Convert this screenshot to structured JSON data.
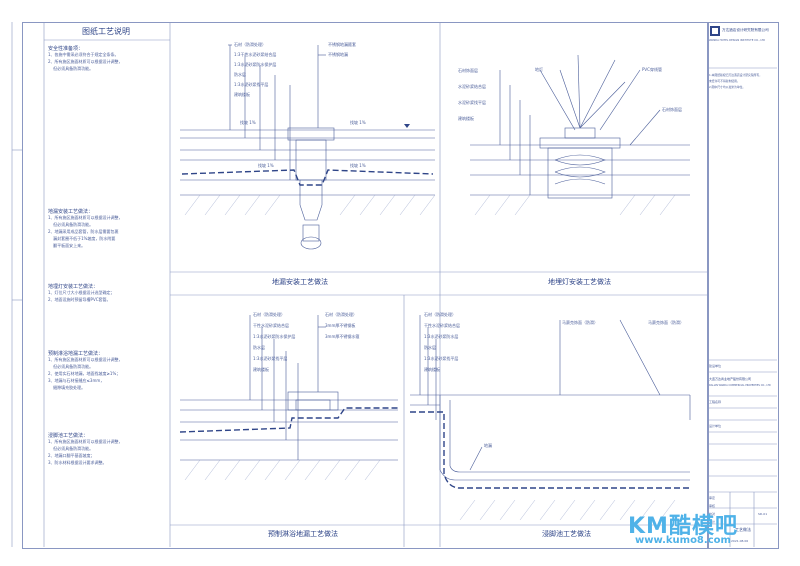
{
  "left_panel": {
    "title": "图纸工艺说明",
    "safety": {
      "heading": "安全性准备项：",
      "lines": [
        "1、各施中需采必须符合于规定全条条。",
        "2、所有施区施面材质可以根据设计调整，",
        "    但必须具备防滑功能。"
      ]
    },
    "floor_drain": {
      "heading": "地漏安装工艺做法：",
      "lines": [
        "1、所有施区施面材质可以根据设计调整，",
        "    但必须具备防滑功能。",
        "2、地漏采用成品套管，防水层需要包裹",
        "    漏封套圈不低于1%坡度，防水附要",
        "    翻平板面安上来。"
      ]
    },
    "ground_lamp": {
      "heading": "地埋灯安装工艺做法：",
      "lines": [
        "1、灯位尺寸大小根据设计选型确定；",
        "2、地面设施时预留导槽PVC套管。"
      ]
    },
    "shower_drain": {
      "heading": "预制淋浴地漏工艺做法：",
      "lines": [
        "1、所有施区施面材质可以根据设计调整，",
        "    但必须具备防滑功能。",
        "2、使用实石材地漏，地面找坡度≥1%；",
        "3、地漏与石材接缝应≤3mm，",
        "    缝隙填充胶处理。"
      ]
    },
    "foot_pool": {
      "heading": "浸脚池工艺做法：",
      "lines": [
        "1、所有施区施面材质可以根据设计调整，",
        "    但必须具备防滑功能。",
        "2、地漏口翻平基面坡度；",
        "3、防水材料根据设计要求调整。"
      ]
    }
  },
  "details": {
    "floor_drain": {
      "caption": "地漏安装工艺做法",
      "labels": [
        "石材（防滑处理）",
        "1:3干性水泥砂浆结合层",
        "1:3水泥砂浆防水保护层",
        "防水层",
        "1:3水泥砂浆找平层",
        "建筑楼板"
      ],
      "right_labels": [
        "不锈钢地漏箍套",
        "不锈钢地漏"
      ],
      "slope_labels": [
        "找坡 1%",
        "找坡 1%",
        "找坡 1%",
        "找坡 1%"
      ]
    },
    "ground_lamp": {
      "caption": "地埋灯安装工艺做法",
      "labels": [
        "石材饰面层",
        "水泥砂浆结合层",
        "水泥砂浆找平层",
        "建筑楼板"
      ],
      "right_labels": [
        "地灯",
        "PVC穿线管",
        "石材饰面层"
      ]
    },
    "shower_drain": {
      "caption": "预制淋浴地漏工艺做法",
      "labels": [
        "石材（防滑处理）",
        "干性水泥砂浆结合层",
        "1:3水泥砂浆防水保护层",
        "防水层",
        "1:3水泥砂浆找平层",
        "建筑楼板"
      ],
      "right_labels": [
        "石材（防滑处理）",
        "3mm厚不锈钢板",
        "3mm厚不锈钢水箍"
      ]
    },
    "foot_pool": {
      "caption": "浸脚池工艺做法",
      "labels": [
        "石材（防滑处理）",
        "干性水泥砂浆结合层",
        "1:3水泥砂浆防水层",
        "防水层",
        "1:3水泥砂浆找平层",
        "建筑楼板"
      ],
      "right_labels": [
        "马赛克饰面（防滑）",
        "马赛克饰面（防滑）"
      ],
      "inner_label": "地漏"
    }
  },
  "title_block": {
    "company": "万达酒店设计研究院有限公司",
    "company_en": "WANDA HOTEL DESIGN INSTITUTE CO., LTD",
    "notes": [
      "1.本图纸版权归万达酒店设计研究院所有，",
      "未经许可不得复制使用。",
      "2.图中尺寸均以毫米为单位。"
    ],
    "project_label": "建设单位",
    "client": "大连万达商业地产股份有限公司",
    "client_en": "DALIAN WANDA COMMERCIAL PROPERTIES CO., LTD",
    "project_name_label": "工程名称",
    "rows": [
      "设计单位",
      "审定",
      "审核",
      "校对",
      "设计"
    ],
    "sheet_title": "工艺做法",
    "sheet_no": "SD-01",
    "date": "2021.08.06"
  },
  "watermark": {
    "brand": "KM酷模吧",
    "url": "www.kumo8.com"
  }
}
